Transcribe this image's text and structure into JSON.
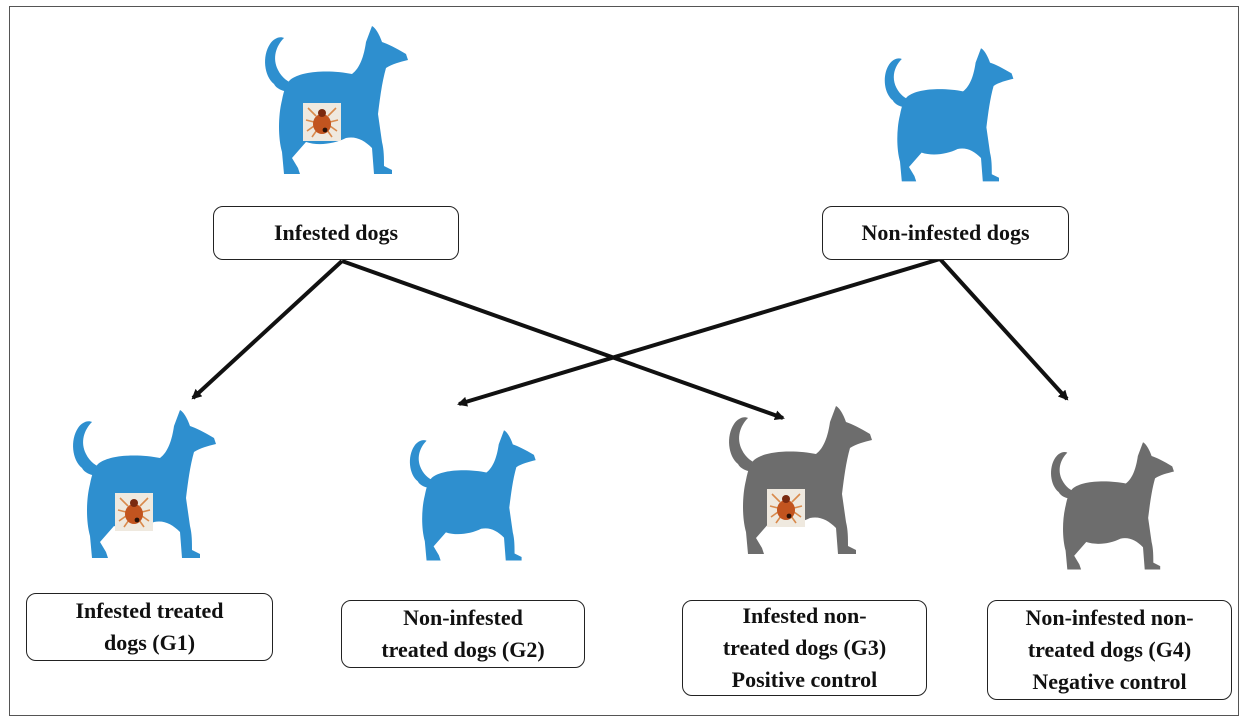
{
  "top_nodes": {
    "infested": {
      "label": "Infested dogs"
    },
    "non_infested": {
      "label": "Non-infested dogs"
    }
  },
  "groups": [
    {
      "id": "G1",
      "lines": [
        "Infested treated",
        "dogs (G1)"
      ]
    },
    {
      "id": "G2",
      "lines": [
        "Non-infested",
        "treated dogs (G2)"
      ]
    },
    {
      "id": "G3",
      "lines": [
        "Infested non-",
        "treated dogs (G3)",
        "Positive control"
      ]
    },
    {
      "id": "G4",
      "lines": [
        "Non-infested non-",
        "treated dogs (G4)",
        "Negative control"
      ]
    }
  ],
  "edges": [
    {
      "from": "infested",
      "to": "G1"
    },
    {
      "from": "infested",
      "to": "G3"
    },
    {
      "from": "non_infested",
      "to": "G2"
    },
    {
      "from": "non_infested",
      "to": "G4"
    }
  ],
  "colors": {
    "untreated_dog": "#2e8fcf",
    "treated_dog": "#6d6d6d",
    "tick_body": "#c2541f",
    "tick_legs": "#d98a4c",
    "tick_patch": "#efe9df",
    "arrow": "#111111",
    "box_border": "#222222"
  }
}
